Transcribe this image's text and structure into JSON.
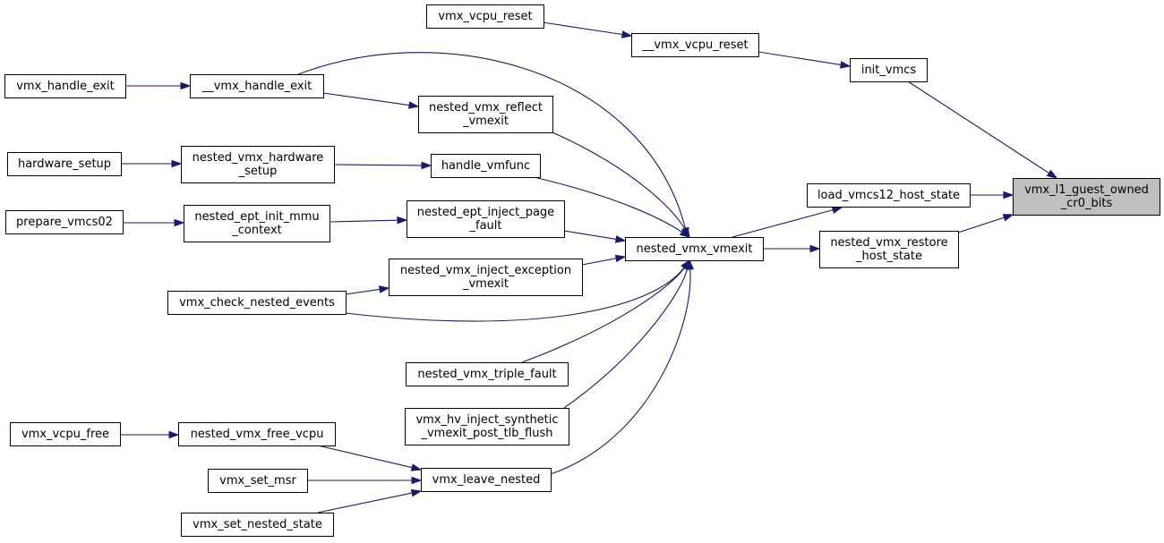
{
  "diagram": {
    "focus_node": "vmx_l1_guest_owned_cr0_bits",
    "nodes": [
      {
        "id": "vmx_vcpu_reset",
        "lines": [
          "vmx_vcpu_reset"
        ]
      },
      {
        "id": "__vmx_vcpu_reset",
        "lines": [
          "__vmx_vcpu_reset"
        ]
      },
      {
        "id": "init_vmcs",
        "lines": [
          "init_vmcs"
        ]
      },
      {
        "id": "vmx_handle_exit",
        "lines": [
          "vmx_handle_exit"
        ]
      },
      {
        "id": "__vmx_handle_exit",
        "lines": [
          "__vmx_handle_exit"
        ]
      },
      {
        "id": "nested_vmx_reflect_vmexit",
        "lines": [
          "nested_vmx_reflect",
          "_vmexit"
        ]
      },
      {
        "id": "hardware_setup",
        "lines": [
          "hardware_setup"
        ]
      },
      {
        "id": "nested_vmx_hardware_setup",
        "lines": [
          "nested_vmx_hardware",
          "_setup"
        ]
      },
      {
        "id": "handle_vmfunc",
        "lines": [
          "handle_vmfunc"
        ]
      },
      {
        "id": "load_vmcs12_host_state",
        "lines": [
          "load_vmcs12_host_state"
        ]
      },
      {
        "id": "vmx_l1_guest_owned_cr0_bits",
        "lines": [
          "vmx_l1_guest_owned",
          "_cr0_bits"
        ]
      },
      {
        "id": "prepare_vmcs02",
        "lines": [
          "prepare_vmcs02"
        ]
      },
      {
        "id": "nested_ept_init_mmu_context",
        "lines": [
          "nested_ept_init_mmu",
          "_context"
        ]
      },
      {
        "id": "nested_ept_inject_page_fault",
        "lines": [
          "nested_ept_inject_page",
          "_fault"
        ]
      },
      {
        "id": "nested_vmx_vmexit",
        "lines": [
          "nested_vmx_vmexit"
        ]
      },
      {
        "id": "nested_vmx_restore_host_state",
        "lines": [
          "nested_vmx_restore",
          "_host_state"
        ]
      },
      {
        "id": "nested_vmx_inject_exception_vmexit",
        "lines": [
          "nested_vmx_inject_exception",
          "_vmexit"
        ]
      },
      {
        "id": "vmx_check_nested_events",
        "lines": [
          "vmx_check_nested_events"
        ]
      },
      {
        "id": "nested_vmx_triple_fault",
        "lines": [
          "nested_vmx_triple_fault"
        ]
      },
      {
        "id": "vmx_hv_inject_synthetic_vmexit_post_tlb_flush",
        "lines": [
          "vmx_hv_inject_synthetic",
          "_vmexit_post_tlb_flush"
        ]
      },
      {
        "id": "vmx_vcpu_free",
        "lines": [
          "vmx_vcpu_free"
        ]
      },
      {
        "id": "nested_vmx_free_vcpu",
        "lines": [
          "nested_vmx_free_vcpu"
        ]
      },
      {
        "id": "vmx_set_msr",
        "lines": [
          "vmx_set_msr"
        ]
      },
      {
        "id": "vmx_leave_nested",
        "lines": [
          "vmx_leave_nested"
        ]
      },
      {
        "id": "vmx_set_nested_state",
        "lines": [
          "vmx_set_nested_state"
        ]
      }
    ],
    "edges": [
      {
        "from": "vmx_vcpu_reset",
        "to": "__vmx_vcpu_reset"
      },
      {
        "from": "__vmx_vcpu_reset",
        "to": "init_vmcs"
      },
      {
        "from": "init_vmcs",
        "to": "vmx_l1_guest_owned_cr0_bits"
      },
      {
        "from": "vmx_handle_exit",
        "to": "__vmx_handle_exit"
      },
      {
        "from": "__vmx_handle_exit",
        "to": "nested_vmx_reflect_vmexit"
      },
      {
        "from": "__vmx_handle_exit",
        "to": "nested_vmx_vmexit"
      },
      {
        "from": "nested_vmx_reflect_vmexit",
        "to": "nested_vmx_vmexit"
      },
      {
        "from": "hardware_setup",
        "to": "nested_vmx_hardware_setup"
      },
      {
        "from": "nested_vmx_hardware_setup",
        "to": "handle_vmfunc"
      },
      {
        "from": "handle_vmfunc",
        "to": "nested_vmx_vmexit"
      },
      {
        "from": "prepare_vmcs02",
        "to": "nested_ept_init_mmu_context"
      },
      {
        "from": "nested_ept_init_mmu_context",
        "to": "nested_ept_inject_page_fault"
      },
      {
        "from": "nested_ept_inject_page_fault",
        "to": "nested_vmx_vmexit"
      },
      {
        "from": "nested_vmx_inject_exception_vmexit",
        "to": "nested_vmx_vmexit"
      },
      {
        "from": "vmx_check_nested_events",
        "to": "nested_vmx_inject_exception_vmexit"
      },
      {
        "from": "vmx_check_nested_events",
        "to": "nested_vmx_vmexit"
      },
      {
        "from": "nested_vmx_triple_fault",
        "to": "nested_vmx_vmexit"
      },
      {
        "from": "vmx_hv_inject_synthetic_vmexit_post_tlb_flush",
        "to": "nested_vmx_vmexit"
      },
      {
        "from": "vmx_leave_nested",
        "to": "nested_vmx_vmexit"
      },
      {
        "from": "vmx_vcpu_free",
        "to": "nested_vmx_free_vcpu"
      },
      {
        "from": "nested_vmx_free_vcpu",
        "to": "vmx_leave_nested"
      },
      {
        "from": "vmx_set_msr",
        "to": "vmx_leave_nested"
      },
      {
        "from": "vmx_set_nested_state",
        "to": "vmx_leave_nested"
      },
      {
        "from": "nested_vmx_vmexit",
        "to": "load_vmcs12_host_state"
      },
      {
        "from": "nested_vmx_vmexit",
        "to": "nested_vmx_restore_host_state"
      },
      {
        "from": "load_vmcs12_host_state",
        "to": "vmx_l1_guest_owned_cr0_bits"
      },
      {
        "from": "nested_vmx_restore_host_state",
        "to": "vmx_l1_guest_owned_cr0_bits"
      }
    ]
  }
}
